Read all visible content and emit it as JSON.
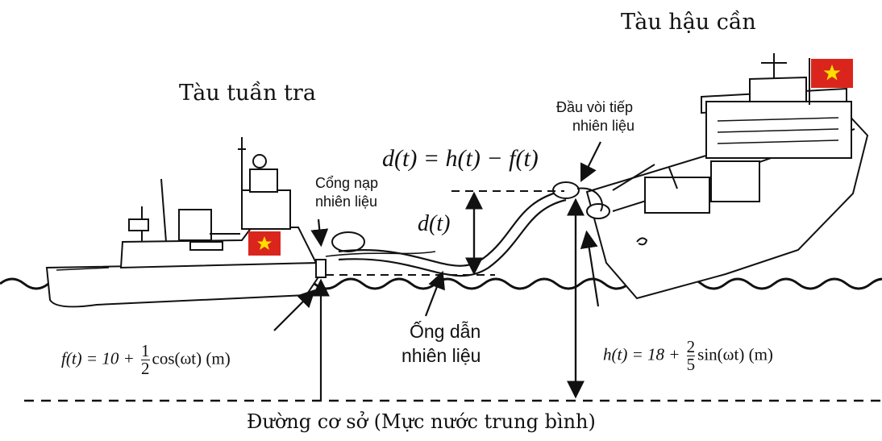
{
  "labels": {
    "logistics_ship": "Tàu hậu cần",
    "patrol_ship": "Tàu tuần tra",
    "refuel_nozzle": "Đầu vòi tiếp\nnhiên liệu",
    "refuel_nozzle_line1": "Đầu vòi tiếp",
    "refuel_nozzle_line2": "nhiên liệu",
    "fuel_port_line1": "Cổng nạp",
    "fuel_port_line2": "nhiên liệu",
    "fuel_pipe_line1": "Ống dẫn",
    "fuel_pipe_line2": "nhiên liệu",
    "baseline": "Đường cơ sở (Mực nước trung bình)"
  },
  "equations": {
    "d_main": "d(t) = h(t) − f(t)",
    "d_label": "d(t)",
    "f_lhs": "f(t) = 10 + ",
    "f_num": "1",
    "f_den": "2",
    "f_rhs": "cos(ωt)  (m)",
    "h_lhs": "h(t) = 18 + ",
    "h_num": "2",
    "h_den": "5",
    "h_rhs": "sin(ωt)  (m)"
  },
  "colors": {
    "flag_red": "#da251d",
    "flag_star": "#ffde00",
    "line": "#111111"
  },
  "icons": [
    "vietnam-flag-icon",
    "vietnam-flag-icon"
  ]
}
